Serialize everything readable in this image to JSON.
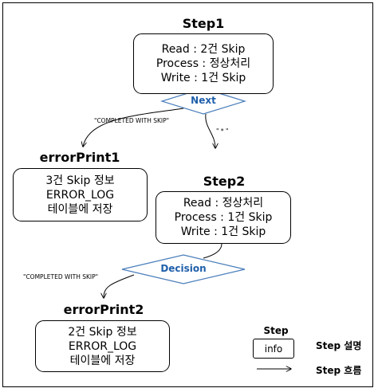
{
  "step1": {
    "title": "Step1",
    "lines": [
      "Read : 2건 Skip",
      "Process : 정상처리",
      "Write : 1건 Skip"
    ]
  },
  "decision1": {
    "label": "Next"
  },
  "step2": {
    "title": "Step2",
    "lines": [
      "Read : 정상처리",
      "Process : 1건 Skip",
      "Write : 1건 Skip"
    ]
  },
  "decision2": {
    "label": "Decision"
  },
  "error1": {
    "title": "errorPrint1",
    "lines": [
      "3건 Skip 정보",
      "ERROR_LOG",
      "테이블에 저장"
    ]
  },
  "error2": {
    "title": "errorPrint2",
    "lines": [
      "2건 Skip 정보",
      "ERROR_LOG",
      "테이블에 저장"
    ]
  },
  "transitions": {
    "to_error1": "\"COMPLETED WITH SKIP\"",
    "to_step2": "\" * \"",
    "to_error2": "\"COMPLETED WITH SKIP\""
  },
  "legend": {
    "box_title": "Step",
    "box_text": "info",
    "box_desc": "Step 설명",
    "arrow_desc": "Step 흐름"
  },
  "colors": {
    "decision_stroke": "#4a7ebb",
    "decision_text": "#1f5faa"
  }
}
